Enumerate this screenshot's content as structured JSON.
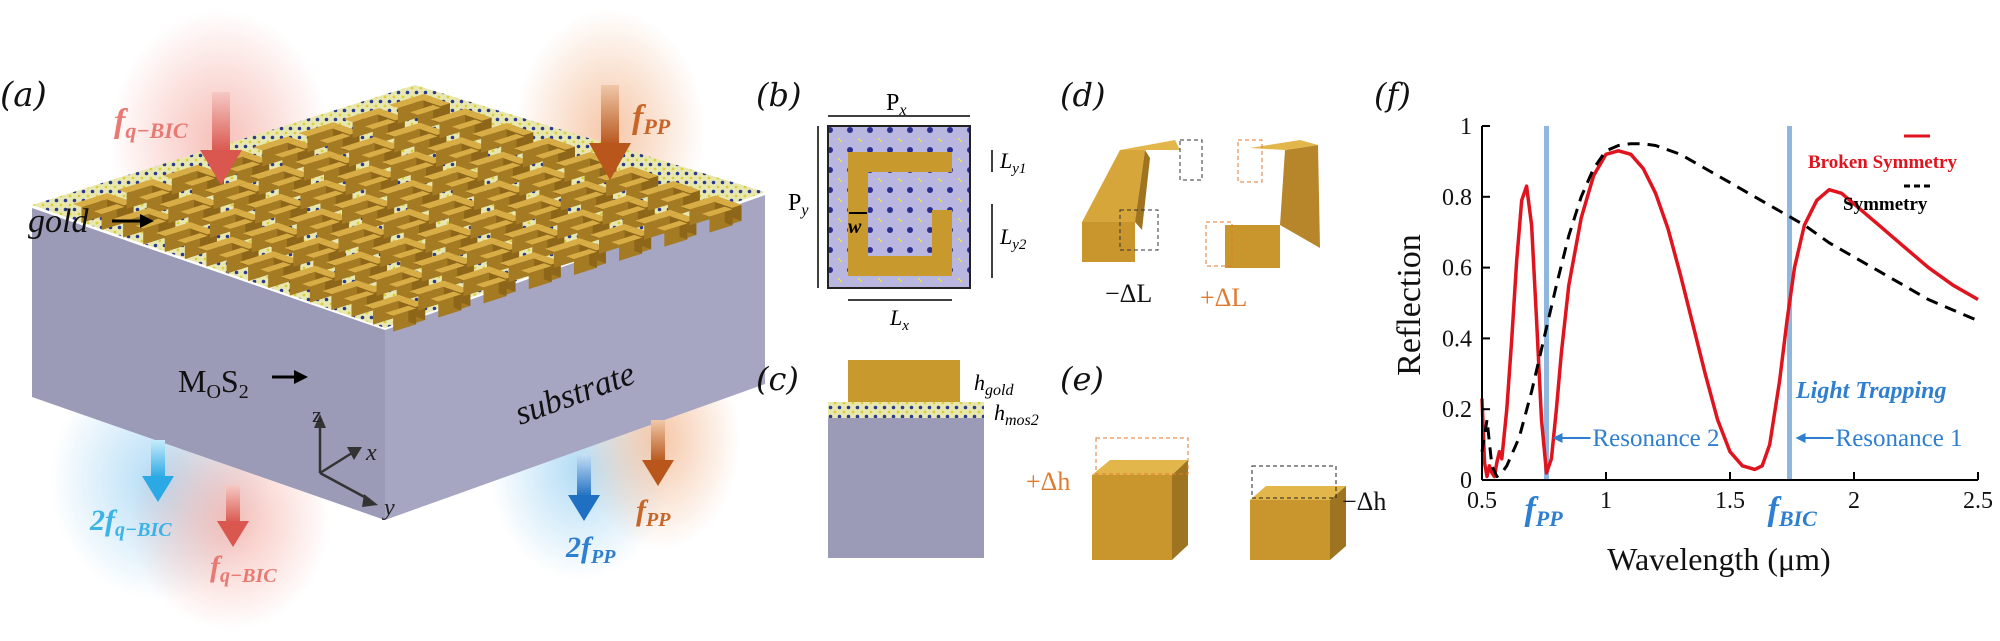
{
  "panels": {
    "a": "(a)",
    "b": "(b)",
    "c": "(c)",
    "d": "(d)",
    "e": "(e)",
    "f": "(f)"
  },
  "panel_a": {
    "f_qbic_top": "f",
    "f_qbic_top_sub": "q−BIC",
    "f_pp_top": "f",
    "f_pp_top_sub": "PP",
    "gold": "gold",
    "mos2": "M",
    "mos2_sub_o": "O",
    "mos2_s": "S",
    "mos2_sub_2": "2",
    "substrate": "substrate",
    "axis_z": "z",
    "axis_x": "x",
    "axis_y": "y",
    "out_2fqbic": "2f",
    "out_2fqbic_sub": "q−BIC",
    "out_fqbic": "f",
    "out_fqbic_sub": "q−BIC",
    "out_2fpp": "2f",
    "out_2fpp_sub": "PP",
    "out_fpp": "f",
    "out_fpp_sub": "PP",
    "colors": {
      "qbic": "#e87a73",
      "pp": "#c8662a",
      "blue": "#2f7fd0",
      "cyan": "#3bb3e6",
      "gold": "#c89a2e",
      "substrate": "#9a9ab8"
    }
  },
  "panel_b": {
    "px": "P",
    "px_sub": "x",
    "py": "P",
    "py_sub": "y",
    "ly1": "L",
    "ly1_sub": "y1",
    "ly2": "L",
    "ly2_sub": "y2",
    "lx": "L",
    "lx_sub": "x",
    "w": "w"
  },
  "panel_c": {
    "hgold": "h",
    "hgold_sub": "gold",
    "hmos2": "h",
    "hmos2_sub": "mos2"
  },
  "panel_d": {
    "minus": "−ΔL",
    "plus": "+ΔL"
  },
  "panel_e": {
    "plus": "+Δh",
    "minus": "−Δh"
  },
  "chart_data": {
    "type": "line",
    "xlabel": "Wavelength (μm)",
    "ylabel": "Reflection",
    "xlim": [
      0.5,
      2.5
    ],
    "ylim": [
      0,
      1
    ],
    "xticks": [
      "0.5",
      "1",
      "1.5",
      "2",
      "2.5"
    ],
    "yticks": [
      "0",
      "0.2",
      "0.4",
      "0.6",
      "0.8",
      "1"
    ],
    "legend_position": "top-right",
    "series": [
      {
        "name": "Broken Symmetry",
        "color": "#e0141e",
        "style": "solid",
        "x": [
          0.5,
          0.51,
          0.52,
          0.53,
          0.54,
          0.55,
          0.56,
          0.57,
          0.58,
          0.6,
          0.62,
          0.64,
          0.66,
          0.68,
          0.7,
          0.72,
          0.74,
          0.76,
          0.78,
          0.8,
          0.82,
          0.85,
          0.9,
          0.95,
          1.0,
          1.05,
          1.1,
          1.15,
          1.2,
          1.25,
          1.3,
          1.35,
          1.4,
          1.45,
          1.5,
          1.55,
          1.6,
          1.63,
          1.66,
          1.7,
          1.73,
          1.76,
          1.8,
          1.85,
          1.9,
          1.95,
          2.0,
          2.1,
          2.2,
          2.3,
          2.4,
          2.5
        ],
        "y": [
          0.23,
          0.05,
          0.01,
          0.04,
          0.02,
          0.01,
          0.05,
          0.08,
          0.06,
          0.2,
          0.4,
          0.62,
          0.79,
          0.83,
          0.72,
          0.45,
          0.17,
          0.02,
          0.06,
          0.2,
          0.36,
          0.55,
          0.74,
          0.86,
          0.92,
          0.93,
          0.92,
          0.88,
          0.81,
          0.71,
          0.58,
          0.44,
          0.3,
          0.17,
          0.08,
          0.04,
          0.03,
          0.04,
          0.1,
          0.28,
          0.45,
          0.6,
          0.72,
          0.79,
          0.82,
          0.81,
          0.78,
          0.72,
          0.66,
          0.6,
          0.55,
          0.51
        ]
      },
      {
        "name": "Symmetry",
        "color": "#000000",
        "style": "dashed",
        "x": [
          0.5,
          0.52,
          0.54,
          0.56,
          0.58,
          0.6,
          0.65,
          0.7,
          0.75,
          0.8,
          0.85,
          0.9,
          0.95,
          1.0,
          1.05,
          1.1,
          1.15,
          1.2,
          1.3,
          1.4,
          1.5,
          1.6,
          1.7,
          1.8,
          1.9,
          2.0,
          2.1,
          2.2,
          2.3,
          2.4,
          2.5
        ],
        "y": [
          0.08,
          0.17,
          0.04,
          0.01,
          0.02,
          0.04,
          0.12,
          0.25,
          0.4,
          0.55,
          0.69,
          0.8,
          0.88,
          0.93,
          0.945,
          0.95,
          0.95,
          0.945,
          0.92,
          0.88,
          0.84,
          0.8,
          0.76,
          0.72,
          0.67,
          0.63,
          0.59,
          0.55,
          0.51,
          0.48,
          0.45
        ]
      }
    ],
    "markers": [
      {
        "x": 0.76,
        "label": "f",
        "label_sub": "PP",
        "annotation": "Resonance 2"
      },
      {
        "x": 1.74,
        "label": "f",
        "label_sub": "BIC",
        "annotation": "Resonance 1"
      }
    ],
    "annotation_text": "Light Trapping"
  }
}
